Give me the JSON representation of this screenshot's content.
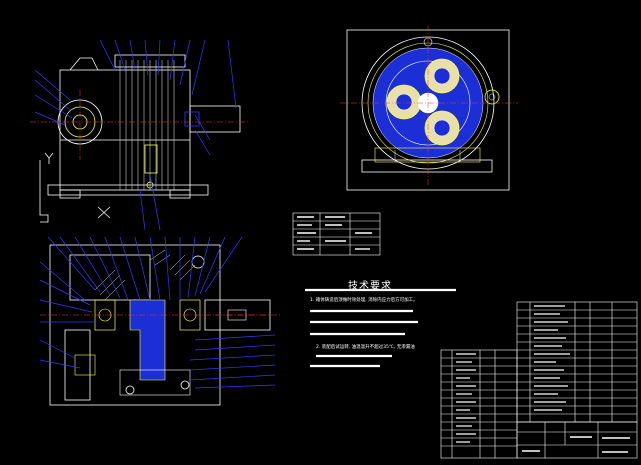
{
  "drawing": {
    "tech_requirements_title": "技术要求",
    "requirement_1": "1. 箱体铸造后须做时效处理, 消除内应力后方可加工。",
    "requirement_2": "2. 装配后试运转, 油温温升不超过35℃, 无渗漏油",
    "colors": {
      "background": "#000000",
      "outline": "#ffffff",
      "leader": "#2d3cff",
      "center": "#ff3030",
      "hatch": "#d8d8d8",
      "highlight": "#ffff40",
      "part": "#1c2fd6"
    }
  }
}
